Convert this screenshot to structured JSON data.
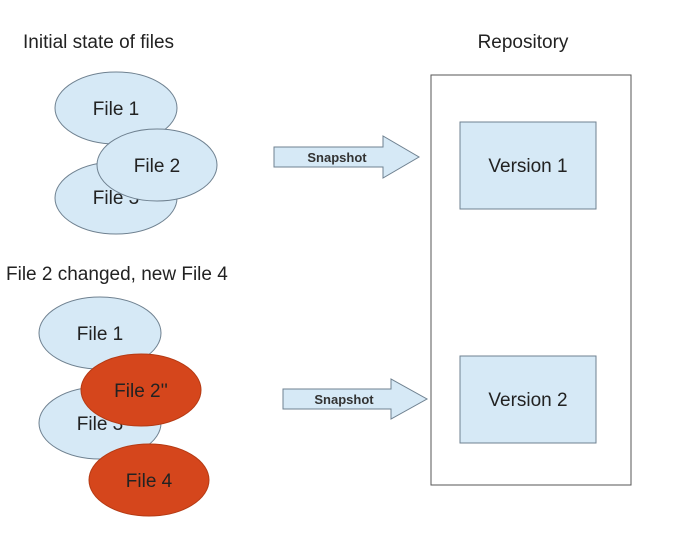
{
  "section_top": {
    "title": "Initial state of files",
    "files": [
      {
        "label": "File 1"
      },
      {
        "label": "File 3"
      },
      {
        "label": "File 2"
      }
    ],
    "arrow_label": "Snapshot"
  },
  "section_bottom": {
    "title": "File 2 changed, new File 4",
    "files": [
      {
        "label": "File 1"
      },
      {
        "label": "File 3"
      },
      {
        "label": "File 2''"
      },
      {
        "label": "File 4"
      }
    ],
    "arrow_label": "Snapshot"
  },
  "repository": {
    "title": "Repository",
    "versions": [
      {
        "label": "Version 1"
      },
      {
        "label": "Version 2"
      }
    ]
  },
  "colors": {
    "file_unchanged_fill": "#d6e9f6",
    "file_changed_fill": "#d5461c",
    "outline": "#6f8190",
    "arrow_fill": "#d6e9f6",
    "version_fill": "#d6e9f6",
    "repo_border": "#555555",
    "changed_outline": "#b53a13"
  }
}
